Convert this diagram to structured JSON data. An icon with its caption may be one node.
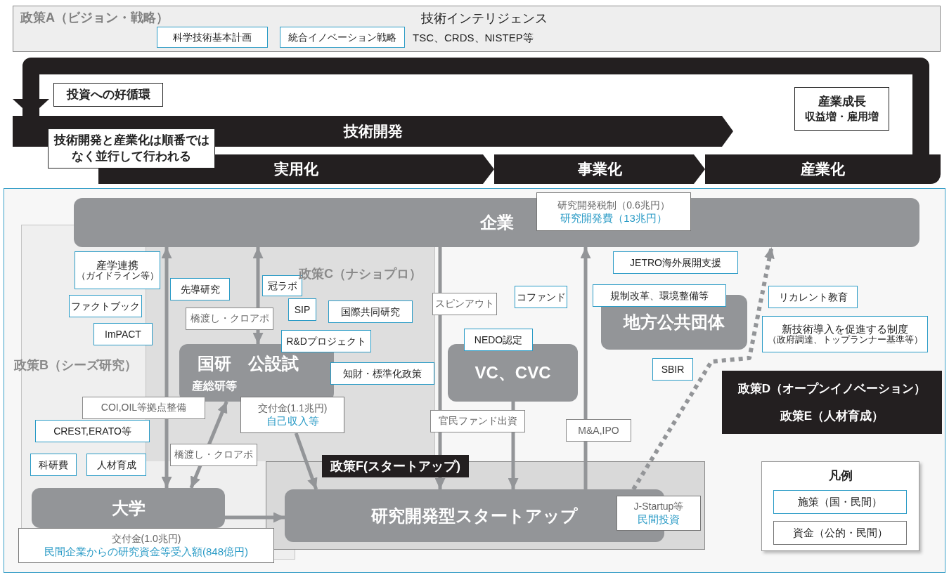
{
  "diagram": {
    "nodes": [
      {
        "text": [
          "政策A（ビジョン・戦略）",
          "技術インテリジェンス",
          "TSC、CRDS、NISTEP等"
        ]
      },
      {
        "text": [
          "科学技術基本計画"
        ],
        "in": 0
      },
      {
        "text": [
          "統合イノベーション戦略"
        ],
        "in": 0
      },
      {
        "text": [
          "投資への好循環"
        ]
      },
      {
        "text": [
          "技術開発"
        ]
      },
      {
        "text": [
          "技術開発と産業化は順番ではなく並行して行われる"
        ]
      },
      {
        "text": [
          "実用化"
        ]
      },
      {
        "text": [
          "事業化"
        ]
      },
      {
        "text": [
          "産業化"
        ]
      },
      {
        "text": [
          "産業成長",
          "収益増・雇用増"
        ]
      },
      {
        "text": [
          "企業"
        ]
      },
      {
        "text": [
          "研究開発税制（0.6兆円）",
          "研究開発費（13兆円）"
        ]
      },
      {
        "text": [
          "産学連携",
          "（ガイドライン等）"
        ]
      },
      {
        "text": [
          "ファクトブック"
        ]
      },
      {
        "text": [
          "ImPACT"
        ]
      },
      {
        "text": [
          "先導研究"
        ]
      },
      {
        "text": [
          "冠ラボ"
        ]
      },
      {
        "text": [
          "SIP"
        ]
      },
      {
        "text": [
          "国際共同研究"
        ]
      },
      {
        "text": [
          "R&Dプロジェクト"
        ]
      },
      {
        "text": [
          "国研　公設試",
          "産総研等"
        ]
      },
      {
        "text": [
          "知財・標準化政策"
        ]
      },
      {
        "text": [
          "交付金(1.1兆円)",
          "自己収入等"
        ]
      },
      {
        "text": [
          "CREST,ERATO等"
        ]
      },
      {
        "text": [
          "科研費"
        ]
      },
      {
        "text": [
          "人材育成"
        ]
      },
      {
        "text": [
          "大学"
        ]
      },
      {
        "text": [
          "交付金(1.0兆円)",
          "民間企業からの研究資金等受入額(848億円)"
        ]
      },
      {
        "text": [
          "研究開発型スタートアップ"
        ]
      },
      {
        "text": [
          "J-Startup等",
          "民間投資"
        ]
      },
      {
        "text": [
          "コファンド"
        ]
      },
      {
        "text": [
          "NEDO認定"
        ]
      },
      {
        "text": [
          "VC、CVC"
        ]
      },
      {
        "text": [
          "JETRO海外展開支援"
        ]
      },
      {
        "text": [
          "規制改革、環境整備等"
        ]
      },
      {
        "text": [
          "地方公共団体"
        ]
      },
      {
        "text": [
          "リカレント教育"
        ]
      },
      {
        "text": [
          "新技術導入を促進する制度",
          "（政府調達、トップランナー基準等）"
        ]
      },
      {
        "text": [
          "SBIR"
        ]
      },
      {
        "text": [
          "政策D（オープンイノベーション）",
          "政策E（人材育成）"
        ]
      }
    ],
    "edges": [
      {
        "from": 8,
        "to": 4,
        "arrow": "to",
        "style": "thick",
        "color": "#231f20"
      },
      {
        "from": 10,
        "to": 26,
        "arrow": "both",
        "label": "COI,OIL等拠点整備"
      },
      {
        "from": 10,
        "to": 20,
        "arrow": "both",
        "label": "橋渡し・クロアポ"
      },
      {
        "from": 20,
        "to": 26,
        "arrow": "both",
        "label": "橋渡し・クロアポ"
      },
      {
        "from": 22,
        "to": 28,
        "arrow": "to"
      },
      {
        "from": 26,
        "to": 28,
        "arrow": "to"
      },
      {
        "from": 10,
        "to": 28,
        "arrow": "to",
        "label": "スピンアウト"
      },
      {
        "from": 32,
        "to": 28,
        "arrow": "to",
        "label": "官民ファンド出資"
      },
      {
        "from": 28,
        "to": 10,
        "arrow": "to",
        "label": "M&A,IPO"
      },
      {
        "from": 28,
        "to": 10,
        "arrow": "to",
        "style": "dashed"
      }
    ],
    "labels": [
      "政策C（ナショプロ）",
      "政策B（シーズ研究）",
      "政策F(スタートアップ)",
      "凡例"
    ],
    "legend": [
      {
        "text": "施策（国・民間）"
      },
      {
        "text": "資金（公的・民間）"
      }
    ]
  }
}
